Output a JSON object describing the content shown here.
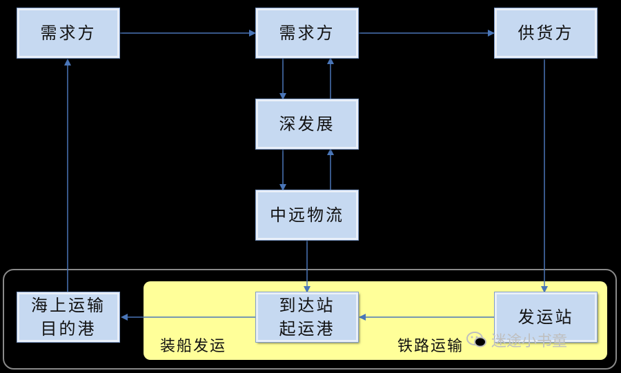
{
  "nodes": {
    "demand_left": "需求方",
    "demand_center": "需求方",
    "supplier": "供货方",
    "deep_dev": "深发展",
    "cosco": "中远物流",
    "sea_dest": [
      "海上运输",
      "目的港"
    ],
    "arrival": [
      "到达站",
      "起运港"
    ],
    "dispatch": "发运站"
  },
  "labels": {
    "ship": "装船发运",
    "rail": "铁路运输"
  },
  "watermark": "迷途小书童",
  "colors": {
    "box_fill": "#c6d9f1",
    "arrow": "#4a76b8",
    "highlight": "#ffff99"
  }
}
